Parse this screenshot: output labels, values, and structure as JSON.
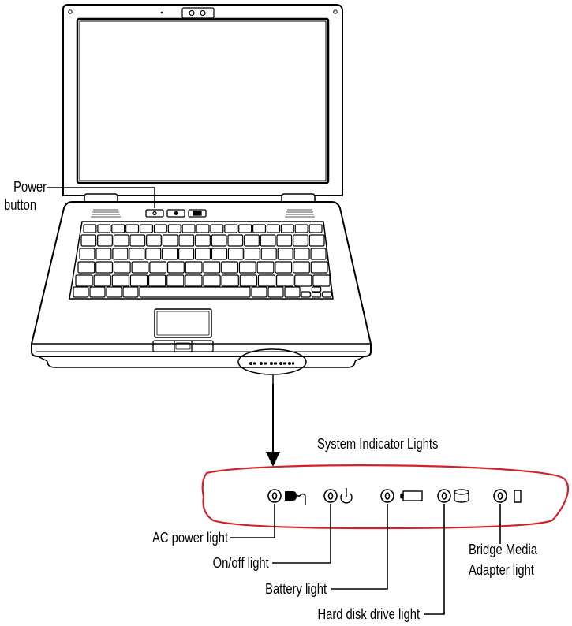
{
  "labels": {
    "power_button_line1": "Power",
    "power_button_line2": "button",
    "system_indicator_title": "System Indicator Lights",
    "ac_power_light": "AC power light",
    "on_off_light": "On/off light",
    "battery_light": "Battery light",
    "hard_disk_light": "Hard disk drive light",
    "bridge_media_line1": "Bridge Media",
    "bridge_media_line2": "Adapter light"
  },
  "colors": {
    "outline": "#000000",
    "highlight_ellipse": "#d4202a",
    "background": "#ffffff"
  },
  "icons": [
    "ac-plug-icon",
    "power-symbol-icon",
    "battery-icon",
    "hard-disk-icon",
    "memory-card-icon"
  ]
}
